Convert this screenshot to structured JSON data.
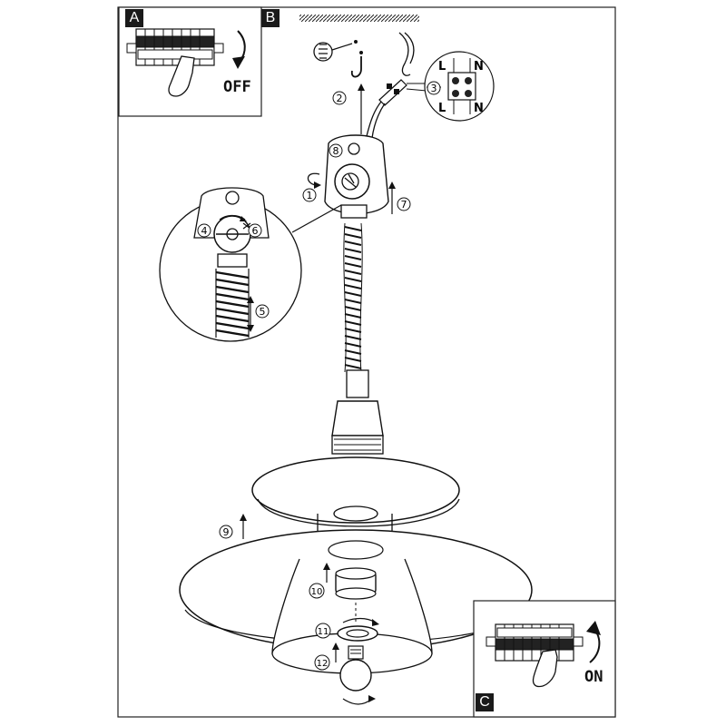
{
  "panels": {
    "a": {
      "letter": "A",
      "switch_label": "OFF"
    },
    "b": {
      "letter": "B"
    },
    "c": {
      "letter": "C",
      "switch_label": "ON"
    }
  },
  "terminal": {
    "top_left": "L",
    "top_right": "N",
    "bottom_left": "L",
    "bottom_right": "N"
  },
  "steps": [
    "1",
    "2",
    "3",
    "4",
    "5",
    "6",
    "7",
    "8",
    "9",
    "10",
    "11",
    "12"
  ]
}
